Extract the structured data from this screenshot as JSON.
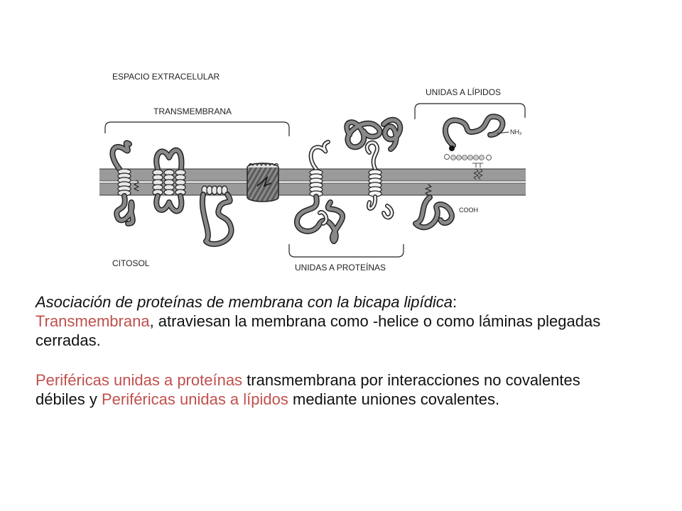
{
  "labels": {
    "extracellular": "ESPACIO EXTRACELULAR",
    "transmembrane": "TRANSMEMBRANA",
    "lipid_bound": "UNIDAS A LÍPIDOS",
    "cytosol": "CITOSOL",
    "protein_bound": "UNIDAS A PROTEÍNAS",
    "nh2": "NH₂",
    "cooh": "COOH"
  },
  "caption": {
    "p1": {
      "lead": "Asociación de proteínas de membrana con la bicapa lipídica",
      "colon": ":",
      "transmembrane": "Transmembrana",
      "rest": ", atraviesan la membrana como -helice o como láminas plegadas cerradas."
    },
    "p2": {
      "peripheral_protein": "Periféricas unidas a proteínas",
      "mid": " transmembrana por interacciones no covalentes débiles y ",
      "peripheral_lipid": "Periféricas unidas a lípidos",
      "end": " mediante uniones covalentes."
    }
  },
  "colors": {
    "accent": "#c0504d",
    "membrane": "#9a9a9a",
    "protein": "#7d7d7d",
    "outline": "#222222"
  }
}
